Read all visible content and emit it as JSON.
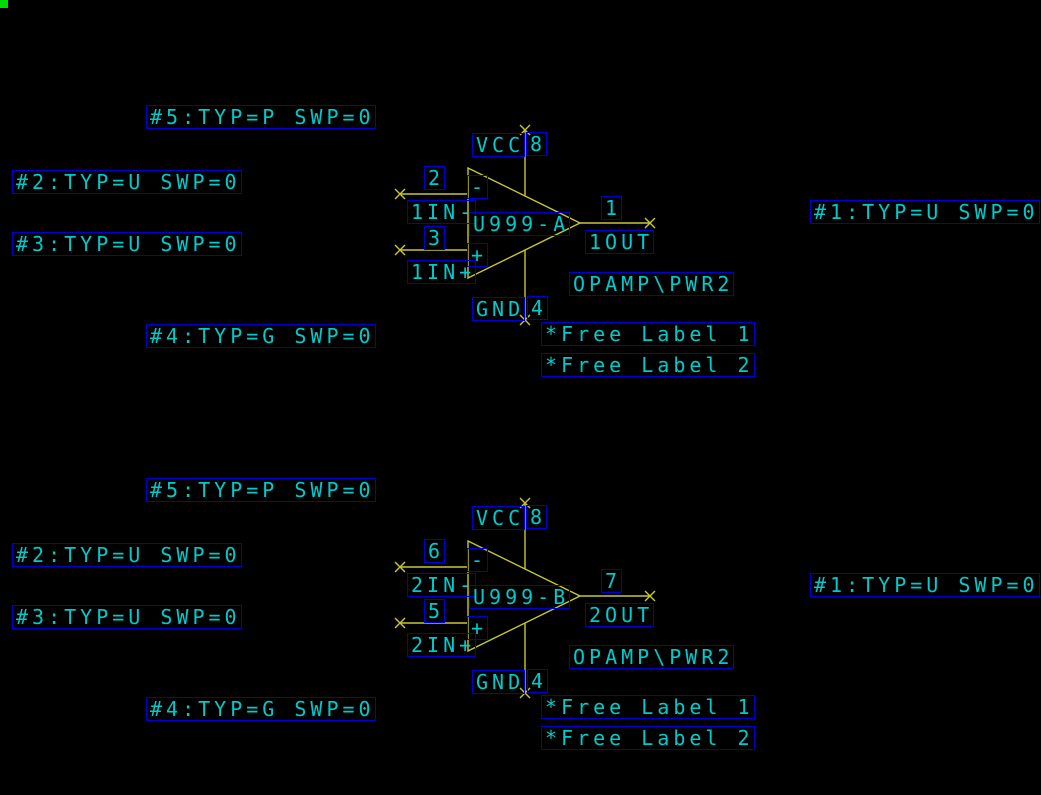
{
  "colors": {
    "background": "#000000",
    "label_text": "#00CBCB",
    "label_box": "#0000D0",
    "symbol_stroke": "#C8C832",
    "origin_marker": "#00DD00"
  },
  "sections": [
    {
      "params": {
        "p5": "#5:TYP=P SWP=0",
        "p2": "#2:TYP=U SWP=0",
        "p3": "#3:TYP=U SWP=0",
        "p4": "#4:TYP=G SWP=0",
        "p1": "#1:TYP=U SWP=0"
      },
      "power": {
        "vcc": "VCC",
        "vcc_pin": "8",
        "gnd": "GND",
        "gnd_pin": "4"
      },
      "pins": {
        "inv_num": "2",
        "inv_name": "1IN-",
        "inv_sign": "-",
        "noninv_num": "3",
        "noninv_name": "1IN+",
        "noninv_sign": "+",
        "out_num": "1",
        "out_name": "1OUT"
      },
      "refdes": "U999-A",
      "part": "OPAMP\\PWR2",
      "free_labels": [
        "*Free Label 1",
        "*Free Label 2"
      ]
    },
    {
      "params": {
        "p5": "#5:TYP=P SWP=0",
        "p2": "#2:TYP=U SWP=0",
        "p3": "#3:TYP=U SWP=0",
        "p4": "#4:TYP=G SWP=0",
        "p1": "#1:TYP=U SWP=0"
      },
      "power": {
        "vcc": "VCC",
        "vcc_pin": "8",
        "gnd": "GND",
        "gnd_pin": "4"
      },
      "pins": {
        "inv_num": "6",
        "inv_name": "2IN-",
        "inv_sign": "-",
        "noninv_num": "5",
        "noninv_name": "2IN+",
        "noninv_sign": "+",
        "out_num": "7",
        "out_name": "2OUT"
      },
      "refdes": "U999-B",
      "part": "OPAMP\\PWR2",
      "free_labels": [
        "*Free Label 1",
        "*Free Label 2"
      ]
    }
  ]
}
